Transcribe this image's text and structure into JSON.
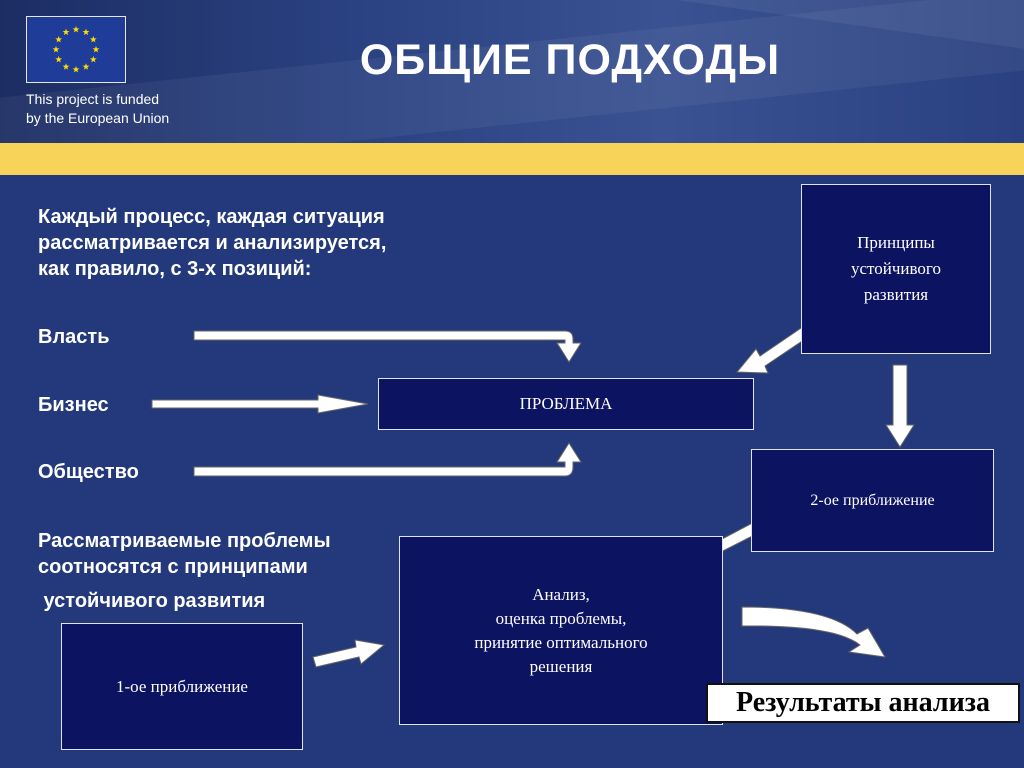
{
  "header": {
    "title": "ОБЩИЕ ПОДХОДЫ",
    "funding_line1": "This project is funded",
    "funding_line2": "by the European Union",
    "flag_icon": "eu-flag-icon"
  },
  "left_text": {
    "intro_line1": "Каждый процесс, каждая ситуация",
    "intro_line2": "рассматривается и анализируется,",
    "intro_line3": "как правило, с 3-х позиций:",
    "position_1": "Власть",
    "position_2": "Бизнес",
    "position_3": "Общество",
    "note_line1": "Рассматриваемые проблемы",
    "note_line2": "соотносятся с принципами",
    "note_line3": " устойчивого развития"
  },
  "nodes": {
    "problem": "ПРОБЛЕМА",
    "principles_line1": "Принципы",
    "principles_line2": "устойчивого",
    "principles_line3": "развития",
    "approx_2": "2-ое приближение",
    "analysis_line1": "Анализ,",
    "analysis_line2": "оценка проблемы,",
    "analysis_line3": "принятие оптимального",
    "analysis_line4": "решения",
    "approx_1": "1-ое приближение",
    "results": "Результаты анализа"
  },
  "colors": {
    "background": "#24397b",
    "accent_band": "#f7d35a",
    "oval_fill": "#0c1360"
  }
}
